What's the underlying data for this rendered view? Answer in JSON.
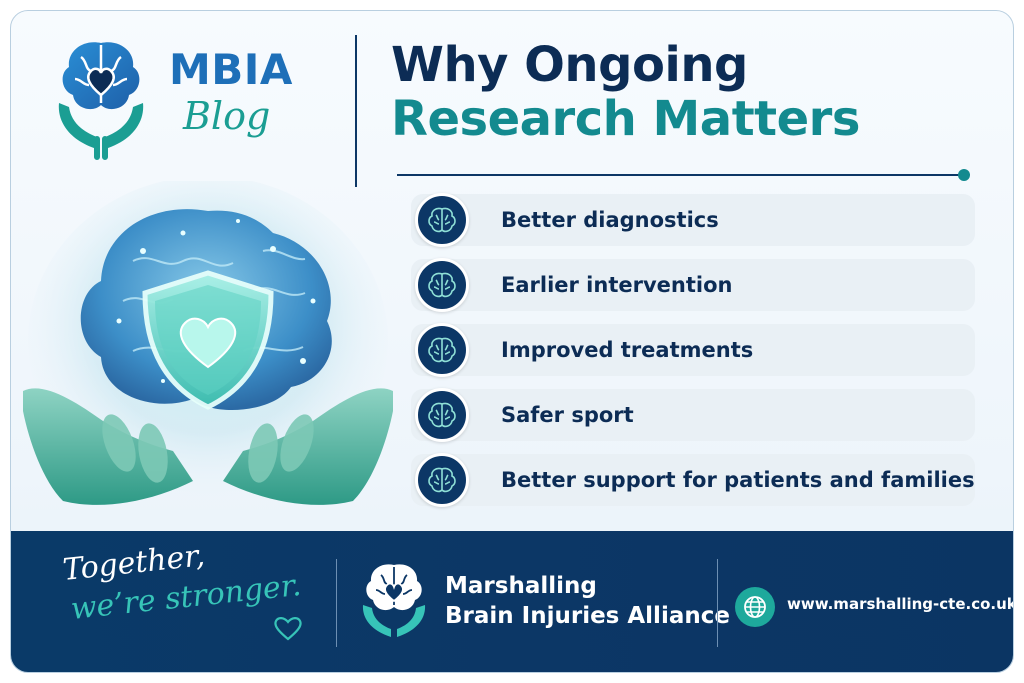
{
  "logo": {
    "title": "MBIA",
    "subtitle": "Blog",
    "icon": "brain-heart-hands-icon"
  },
  "heading": {
    "line1": "Why Ongoing",
    "line2": "Research Matters"
  },
  "hero": {
    "icon": "glowing-brain-shield-hands-illustration"
  },
  "benefits": [
    {
      "label": "Better diagnostics",
      "icon": "brain-icon"
    },
    {
      "label": "Earlier intervention",
      "icon": "brain-icon"
    },
    {
      "label": "Improved treatments",
      "icon": "brain-icon"
    },
    {
      "label": "Safer sport",
      "icon": "brain-icon"
    },
    {
      "label": "Better support for patients and families",
      "icon": "brain-icon"
    }
  ],
  "footer": {
    "tagline_line1": "Together,",
    "tagline_line2": "we’re stronger.",
    "org_line1": "Marshalling",
    "org_line2": "Brain Injuries Alliance",
    "website": "www.marshalling-cte.co.uk",
    "website_icon": "globe-icon"
  },
  "colors": {
    "navy": "#0c3766",
    "teal": "#138a8f",
    "blue": "#1e6fb8",
    "accent_teal": "#37c4b8"
  }
}
